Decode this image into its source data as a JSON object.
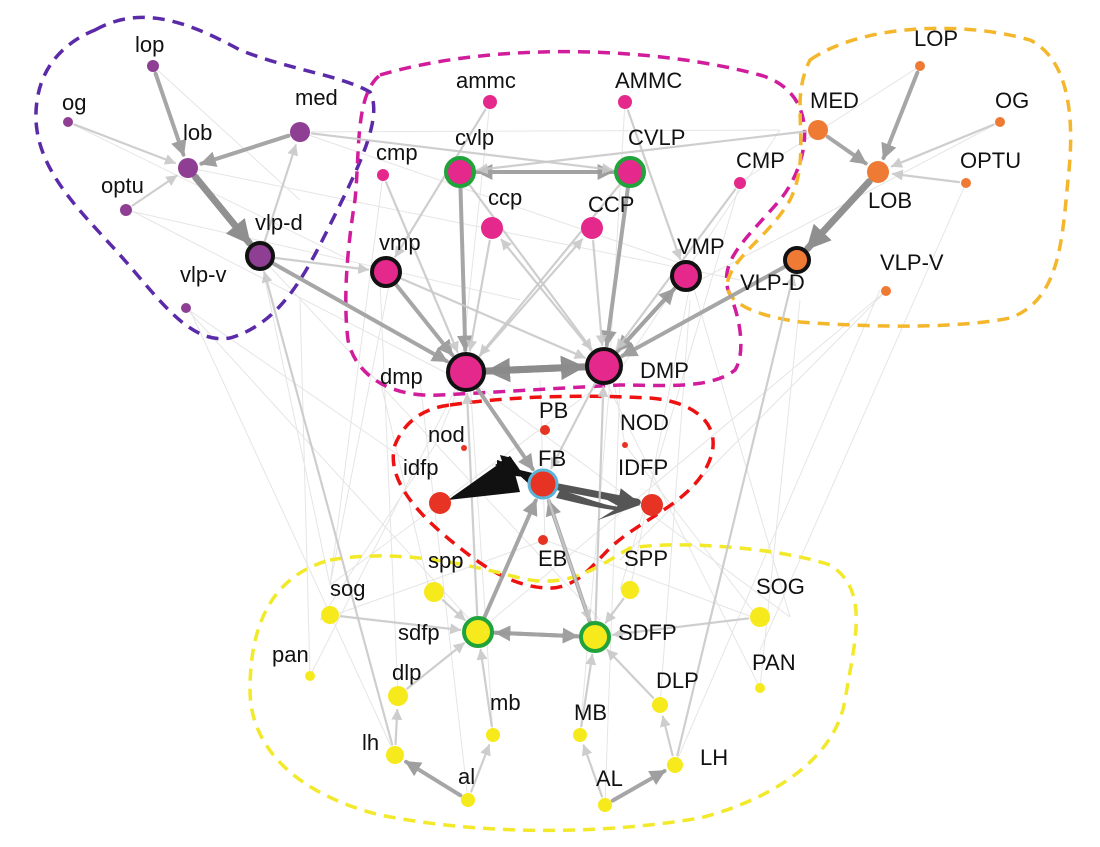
{
  "colors": {
    "purple": "#8e3f93",
    "purple_outline": "#5a2aa8",
    "magenta": "#e5288c",
    "magenta_outline": "#d11c9c",
    "orange": "#ef7a34",
    "orange_outline": "#f4b62a",
    "red": "#e63323",
    "red_outline": "#ee1111",
    "yellow": "#f6ea1c",
    "yellow_outline": "#f2e92a",
    "edge": "#b5b5b5",
    "ring_green": "#1fa33a",
    "ring_black": "#111111",
    "ring_blue": "#5bb4d8"
  },
  "clusters": [
    {
      "id": "purple-cluster",
      "color": "purple_outline"
    },
    {
      "id": "magenta-cluster",
      "color": "magenta_outline"
    },
    {
      "id": "orange-cluster",
      "color": "orange_outline"
    },
    {
      "id": "red-cluster",
      "color": "red_outline"
    },
    {
      "id": "yellow-cluster",
      "color": "yellow_outline"
    }
  ],
  "nodes": [
    {
      "id": "lop",
      "label": "lop",
      "group": "purple",
      "ring": "none"
    },
    {
      "id": "og",
      "label": "og",
      "group": "purple",
      "ring": "none"
    },
    {
      "id": "med",
      "label": "med",
      "group": "purple",
      "ring": "none"
    },
    {
      "id": "lob",
      "label": "lob",
      "group": "purple",
      "ring": "none"
    },
    {
      "id": "optu",
      "label": "optu",
      "group": "purple",
      "ring": "none"
    },
    {
      "id": "vlp-d",
      "label": "vlp-d",
      "group": "purple",
      "ring": "black"
    },
    {
      "id": "vlp-v",
      "label": "vlp-v",
      "group": "purple",
      "ring": "none"
    },
    {
      "id": "ammc",
      "label": "ammc",
      "group": "magenta",
      "ring": "none"
    },
    {
      "id": "AMMC",
      "label": "AMMC",
      "group": "magenta",
      "ring": "none"
    },
    {
      "id": "cmp",
      "label": "cmp",
      "group": "magenta",
      "ring": "none"
    },
    {
      "id": "cvlp",
      "label": "cvlp",
      "group": "magenta",
      "ring": "green"
    },
    {
      "id": "CVLP",
      "label": "CVLP",
      "group": "magenta",
      "ring": "green"
    },
    {
      "id": "CMP",
      "label": "CMP",
      "group": "magenta",
      "ring": "none"
    },
    {
      "id": "ccp",
      "label": "ccp",
      "group": "magenta",
      "ring": "none"
    },
    {
      "id": "CCP",
      "label": "CCP",
      "group": "magenta",
      "ring": "none"
    },
    {
      "id": "vmp",
      "label": "vmp",
      "group": "magenta",
      "ring": "black"
    },
    {
      "id": "VMP",
      "label": "VMP",
      "group": "magenta",
      "ring": "black"
    },
    {
      "id": "dmp",
      "label": "dmp",
      "group": "magenta",
      "ring": "black"
    },
    {
      "id": "DMP",
      "label": "DMP",
      "group": "magenta",
      "ring": "black"
    },
    {
      "id": "LOP",
      "label": "LOP",
      "group": "orange",
      "ring": "none"
    },
    {
      "id": "MED",
      "label": "MED",
      "group": "orange",
      "ring": "none"
    },
    {
      "id": "OG",
      "label": "OG",
      "group": "orange",
      "ring": "none"
    },
    {
      "id": "OPTU",
      "label": "OPTU",
      "group": "orange",
      "ring": "none"
    },
    {
      "id": "LOB",
      "label": "LOB",
      "group": "orange",
      "ring": "none"
    },
    {
      "id": "VLP-D",
      "label": "VLP-D",
      "group": "orange",
      "ring": "black"
    },
    {
      "id": "VLP-V",
      "label": "VLP-V",
      "group": "orange",
      "ring": "none"
    },
    {
      "id": "PB",
      "label": "PB",
      "group": "red",
      "ring": "none"
    },
    {
      "id": "nod",
      "label": "nod",
      "group": "red",
      "ring": "none"
    },
    {
      "id": "NOD",
      "label": "NOD",
      "group": "red",
      "ring": "none"
    },
    {
      "id": "idfp",
      "label": "idfp",
      "group": "red",
      "ring": "none"
    },
    {
      "id": "FB",
      "label": "FB",
      "group": "red",
      "ring": "blue"
    },
    {
      "id": "IDFP",
      "label": "IDFP",
      "group": "red",
      "ring": "none"
    },
    {
      "id": "EB",
      "label": "EB",
      "group": "red",
      "ring": "none"
    },
    {
      "id": "spp",
      "label": "spp",
      "group": "yellow",
      "ring": "none"
    },
    {
      "id": "SPP",
      "label": "SPP",
      "group": "yellow",
      "ring": "none"
    },
    {
      "id": "sog",
      "label": "sog",
      "group": "yellow",
      "ring": "none"
    },
    {
      "id": "SOG",
      "label": "SOG",
      "group": "yellow",
      "ring": "none"
    },
    {
      "id": "sdfp",
      "label": "sdfp",
      "group": "yellow",
      "ring": "green"
    },
    {
      "id": "SDFP",
      "label": "SDFP",
      "group": "yellow",
      "ring": "green"
    },
    {
      "id": "pan",
      "label": "pan",
      "group": "yellow",
      "ring": "none"
    },
    {
      "id": "PAN",
      "label": "PAN",
      "group": "yellow",
      "ring": "none"
    },
    {
      "id": "dlp",
      "label": "dlp",
      "group": "yellow",
      "ring": "none"
    },
    {
      "id": "DLP",
      "label": "DLP",
      "group": "yellow",
      "ring": "none"
    },
    {
      "id": "mb",
      "label": "mb",
      "group": "yellow",
      "ring": "none"
    },
    {
      "id": "MB",
      "label": "MB",
      "group": "yellow",
      "ring": "none"
    },
    {
      "id": "lh",
      "label": "lh",
      "group": "yellow",
      "ring": "none"
    },
    {
      "id": "LH",
      "label": "LH",
      "group": "yellow",
      "ring": "none"
    },
    {
      "id": "al",
      "label": "al",
      "group": "yellow",
      "ring": "none"
    },
    {
      "id": "AL",
      "label": "AL",
      "group": "yellow",
      "ring": "none"
    }
  ],
  "edges": [
    {
      "from": "lop",
      "to": "lob",
      "weight": "medium"
    },
    {
      "from": "med",
      "to": "lob",
      "weight": "medium"
    },
    {
      "from": "lob",
      "to": "vlp-d",
      "weight": "strong"
    },
    {
      "from": "og",
      "to": "lob",
      "weight": "faint"
    },
    {
      "from": "optu",
      "to": "lob",
      "weight": "faint"
    },
    {
      "from": "LOP",
      "to": "LOB",
      "weight": "medium"
    },
    {
      "from": "MED",
      "to": "LOB",
      "weight": "medium"
    },
    {
      "from": "LOB",
      "to": "VLP-D",
      "weight": "strong"
    },
    {
      "from": "OG",
      "to": "LOB",
      "weight": "faint"
    },
    {
      "from": "OPTU",
      "to": "LOB",
      "weight": "faint"
    },
    {
      "from": "CVLP",
      "to": "cvlp",
      "weight": "medium"
    },
    {
      "from": "cvlp",
      "to": "CVLP",
      "weight": "medium"
    },
    {
      "from": "cvlp",
      "to": "dmp",
      "weight": "medium"
    },
    {
      "from": "CVLP",
      "to": "DMP",
      "weight": "medium"
    },
    {
      "from": "cvlp",
      "to": "DMP",
      "weight": "faint"
    },
    {
      "from": "CVLP",
      "to": "dmp",
      "weight": "faint"
    },
    {
      "from": "vmp",
      "to": "dmp",
      "weight": "medium"
    },
    {
      "from": "VMP",
      "to": "DMP",
      "weight": "medium"
    },
    {
      "from": "vmp",
      "to": "DMP",
      "weight": "faint"
    },
    {
      "from": "DMP",
      "to": "VMP",
      "weight": "medium"
    },
    {
      "from": "dmp",
      "to": "CCP",
      "weight": "faint"
    },
    {
      "from": "DMP",
      "to": "ccp",
      "weight": "faint"
    },
    {
      "from": "dmp",
      "to": "DMP",
      "weight": "strong"
    },
    {
      "from": "DMP",
      "to": "dmp",
      "weight": "strong"
    },
    {
      "from": "vlp-d",
      "to": "dmp",
      "weight": "medium"
    },
    {
      "from": "vlp-d",
      "to": "vmp",
      "weight": "faint"
    },
    {
      "from": "VLP-D",
      "to": "DMP",
      "weight": "medium"
    },
    {
      "from": "med",
      "to": "CVLP",
      "weight": "faint"
    },
    {
      "from": "MED",
      "to": "cvlp",
      "weight": "faint"
    },
    {
      "from": "vlp-d",
      "to": "med",
      "weight": "faint"
    },
    {
      "from": "dmp",
      "to": "FB",
      "weight": "medium"
    },
    {
      "from": "DMP",
      "to": "FB",
      "weight": "faint"
    },
    {
      "from": "FB",
      "to": "idfp",
      "weight": "black"
    },
    {
      "from": "FB",
      "to": "IDFP",
      "weight": "dark"
    },
    {
      "from": "sdfp",
      "to": "FB",
      "weight": "medium"
    },
    {
      "from": "SDFP",
      "to": "FB",
      "weight": "medium"
    },
    {
      "from": "FB",
      "to": "SDFP",
      "weight": "faint"
    },
    {
      "from": "sdfp",
      "to": "SDFP",
      "weight": "medium"
    },
    {
      "from": "SDFP",
      "to": "sdfp",
      "weight": "medium"
    },
    {
      "from": "dlp",
      "to": "sdfp",
      "weight": "faint"
    },
    {
      "from": "lh",
      "to": "dlp",
      "weight": "faint"
    },
    {
      "from": "al",
      "to": "lh",
      "weight": "medium"
    },
    {
      "from": "al",
      "to": "mb",
      "weight": "faint"
    },
    {
      "from": "DLP",
      "to": "SDFP",
      "weight": "faint"
    },
    {
      "from": "LH",
      "to": "DLP",
      "weight": "faint"
    },
    {
      "from": "AL",
      "to": "LH",
      "weight": "medium"
    },
    {
      "from": "AL",
      "to": "MB",
      "weight": "faint"
    },
    {
      "from": "mb",
      "to": "sdfp",
      "weight": "faint"
    },
    {
      "from": "MB",
      "to": "SDFP",
      "weight": "faint"
    },
    {
      "from": "spp",
      "to": "sdfp",
      "weight": "faint"
    },
    {
      "from": "SPP",
      "to": "SDFP",
      "weight": "faint"
    },
    {
      "from": "sog",
      "to": "sdfp",
      "weight": "faint"
    },
    {
      "from": "SOG",
      "to": "SDFP",
      "weight": "faint"
    },
    {
      "from": "sdfp",
      "to": "dmp",
      "weight": "faint"
    },
    {
      "from": "SDFP",
      "to": "DMP",
      "weight": "faint"
    },
    {
      "from": "lh",
      "to": "vlp-d",
      "weight": "faint"
    },
    {
      "from": "LH",
      "to": "VLP-D",
      "weight": "faint"
    },
    {
      "from": "cmp",
      "to": "dmp",
      "weight": "faint"
    },
    {
      "from": "CMP",
      "to": "DMP",
      "weight": "faint"
    },
    {
      "from": "ccp",
      "to": "dmp",
      "weight": "faint"
    },
    {
      "from": "CCP",
      "to": "DMP",
      "weight": "faint"
    },
    {
      "from": "ammc",
      "to": "vmp",
      "weight": "faint"
    },
    {
      "from": "AMMC",
      "to": "VMP",
      "weight": "faint"
    }
  ]
}
